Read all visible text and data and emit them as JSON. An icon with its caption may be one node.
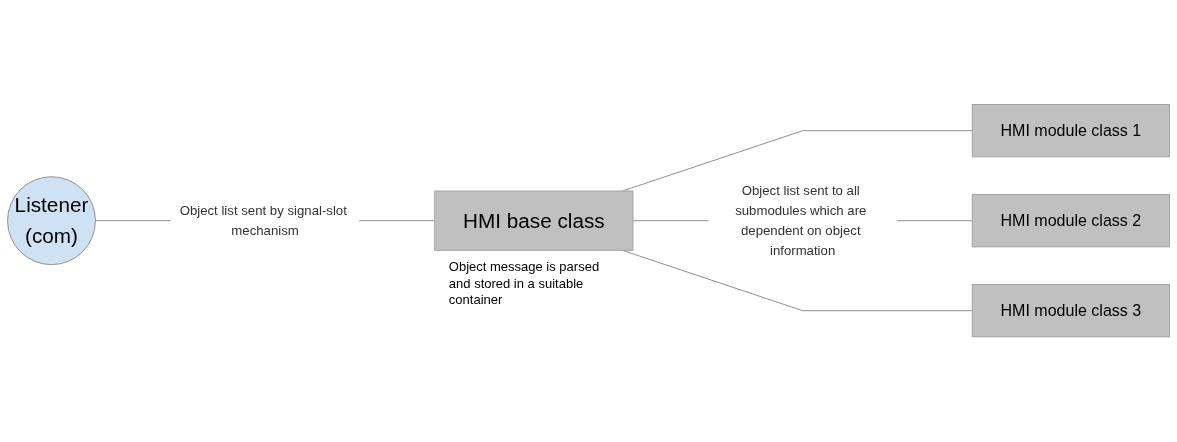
{
  "diagram": {
    "nodes": [
      {
        "text": [
          "Listener",
          "(com)"
        ]
      },
      {
        "text": [
          "HMI base class"
        ],
        "beside": [
          "Object message is parsed and stored in a suitable container"
        ]
      },
      {
        "text": [
          "HMI module class 1"
        ]
      },
      {
        "text": [
          "HMI module class 2"
        ]
      },
      {
        "text": [
          "HMI module class 3"
        ]
      }
    ],
    "edges": [
      {
        "from": 0,
        "to": 1,
        "arrow": "none",
        "label": "Object list sent by signal-slot mechanism"
      },
      {
        "from": 1,
        "to": 2,
        "arrow": "none"
      },
      {
        "from": 1,
        "to": 3,
        "arrow": "none",
        "label": "Object list sent to all submodules which are dependent on object information"
      },
      {
        "from": 1,
        "to": 4,
        "arrow": "none"
      }
    ]
  }
}
